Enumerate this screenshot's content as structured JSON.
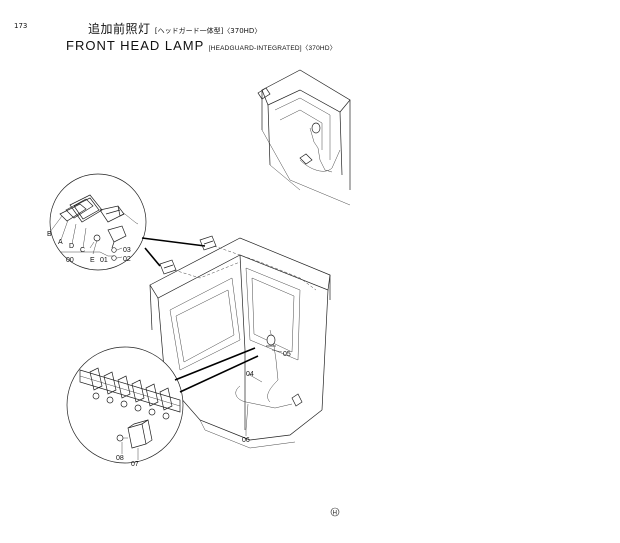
{
  "page": {
    "number": "173"
  },
  "title": {
    "japanese": "追加前照灯",
    "japanese_sub": "[ヘッドガード一体型]〈370HD〉",
    "english": "FRONT HEAD LAMP",
    "english_sub": "[HEADGUARD-INTEGRATED]〈370HD〉"
  },
  "labels": {
    "b": "B",
    "a": "A",
    "d": "D",
    "c": "C",
    "e": "E",
    "p00": "00",
    "p01": "01",
    "p02": "02",
    "p03": "03",
    "p04": "04",
    "p05": "05",
    "p06": "06",
    "p07": "07",
    "p08": "08"
  },
  "mark": "H"
}
